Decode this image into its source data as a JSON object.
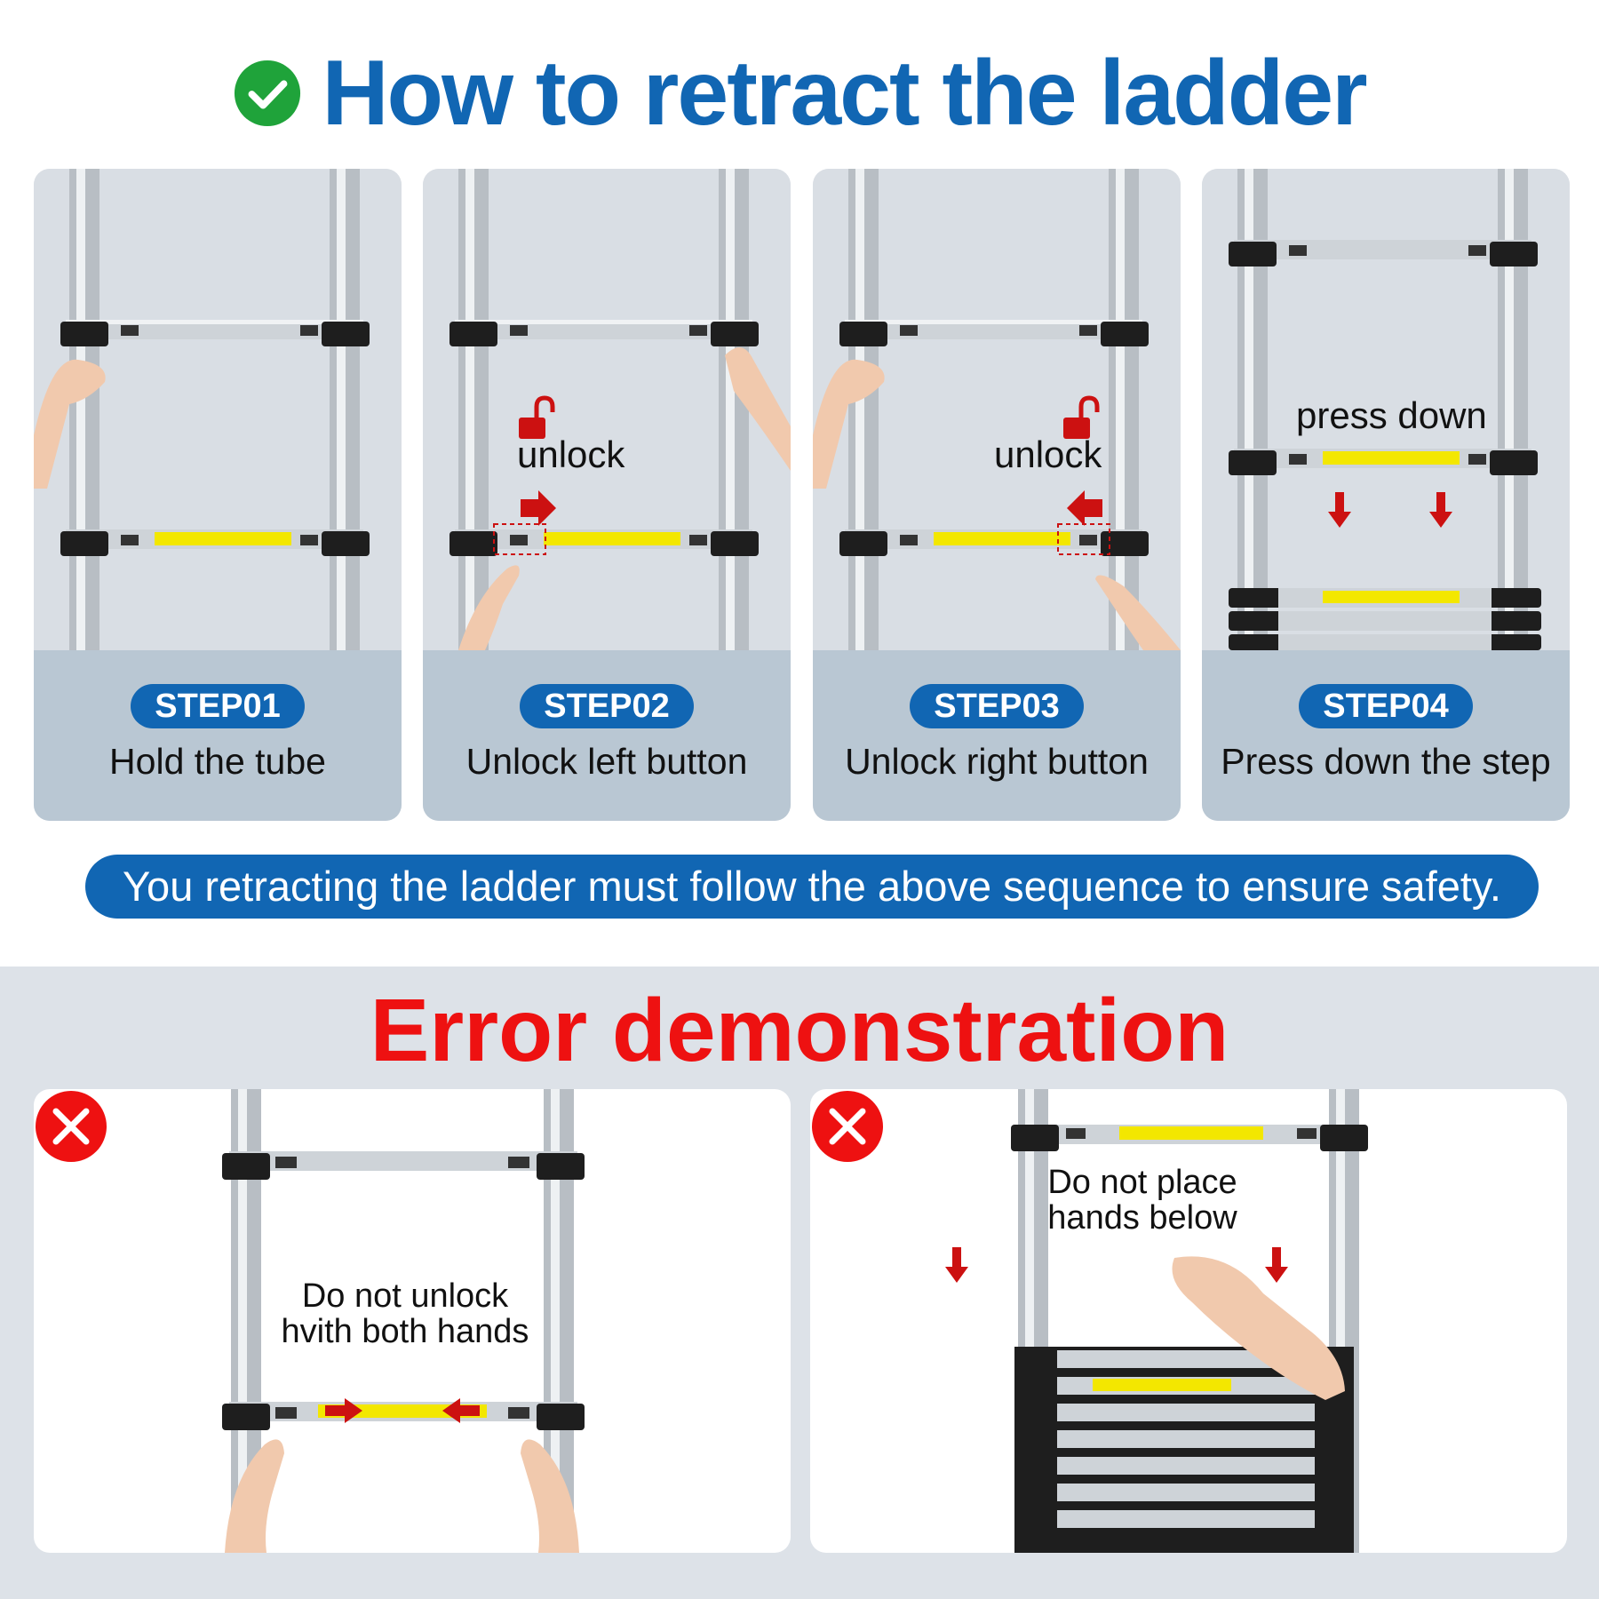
{
  "title": "How to retract the ladder",
  "steps": [
    {
      "badge": "STEP01",
      "caption": "Hold the tube"
    },
    {
      "badge": "STEP02",
      "caption": "Unlock left button",
      "label": "unlock"
    },
    {
      "badge": "STEP03",
      "caption": "Unlock right button",
      "label": "unlock"
    },
    {
      "badge": "STEP04",
      "caption": "Press down the step",
      "label": "press down"
    }
  ],
  "safety_note": "You retracting the ladder must follow  the above sequence to ensure safety.",
  "error_title": "Error demonstration",
  "errors": [
    {
      "line1": "Do not unlock",
      "line2": "hvith both hands"
    },
    {
      "line1": "Do not place",
      "line2": "hands below"
    }
  ],
  "colors": {
    "brand_blue": "#1166b3",
    "error_red": "#ee1111",
    "check_green": "#1fa33a",
    "arrow_red": "#cc1111"
  }
}
